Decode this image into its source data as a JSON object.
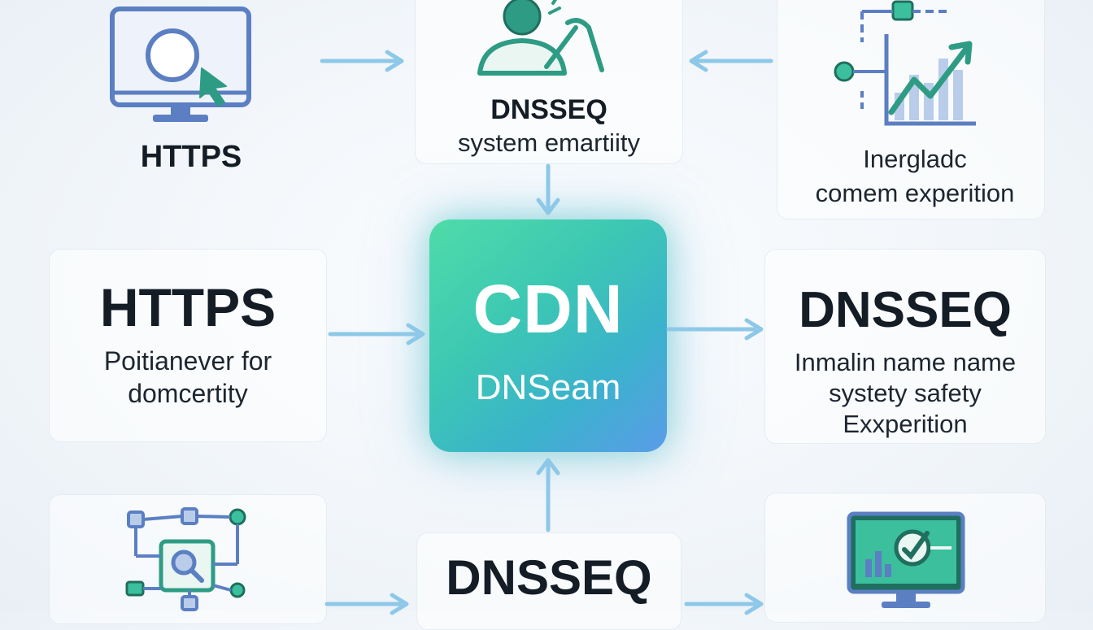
{
  "nodes": {
    "top_left": {
      "title": "HTTPS"
    },
    "top_center": {
      "title": "DNSSEQ",
      "desc": "system emartiity"
    },
    "top_right": {
      "line1": "Inergladc",
      "line2": "comem experition"
    },
    "mid_left": {
      "title": "HTTPS",
      "line1": "Poitianever for",
      "line2": "domcertity"
    },
    "center": {
      "title": "CDN",
      "subtitle": "DNSeam"
    },
    "mid_right": {
      "title": "DNSSEQ",
      "line1": "Inmalin name name",
      "line2": "systety safety",
      "line3": "Exxperition"
    },
    "bottom_center": {
      "title": "DNSSEQ"
    }
  },
  "icons": {
    "top_left": "monitor-search-icon",
    "top_center": "user-tool-icon",
    "top_right": "growth-chart-icon",
    "bottom_left": "network-search-icon",
    "bottom_right": "monitor-analytics-icon"
  },
  "colors": {
    "accent_teal": "#2e9c84",
    "accent_blue": "#5b7fc2",
    "arrow": "#8ec8e8",
    "center_start": "#4fdca8",
    "center_end": "#5a9ce8"
  }
}
